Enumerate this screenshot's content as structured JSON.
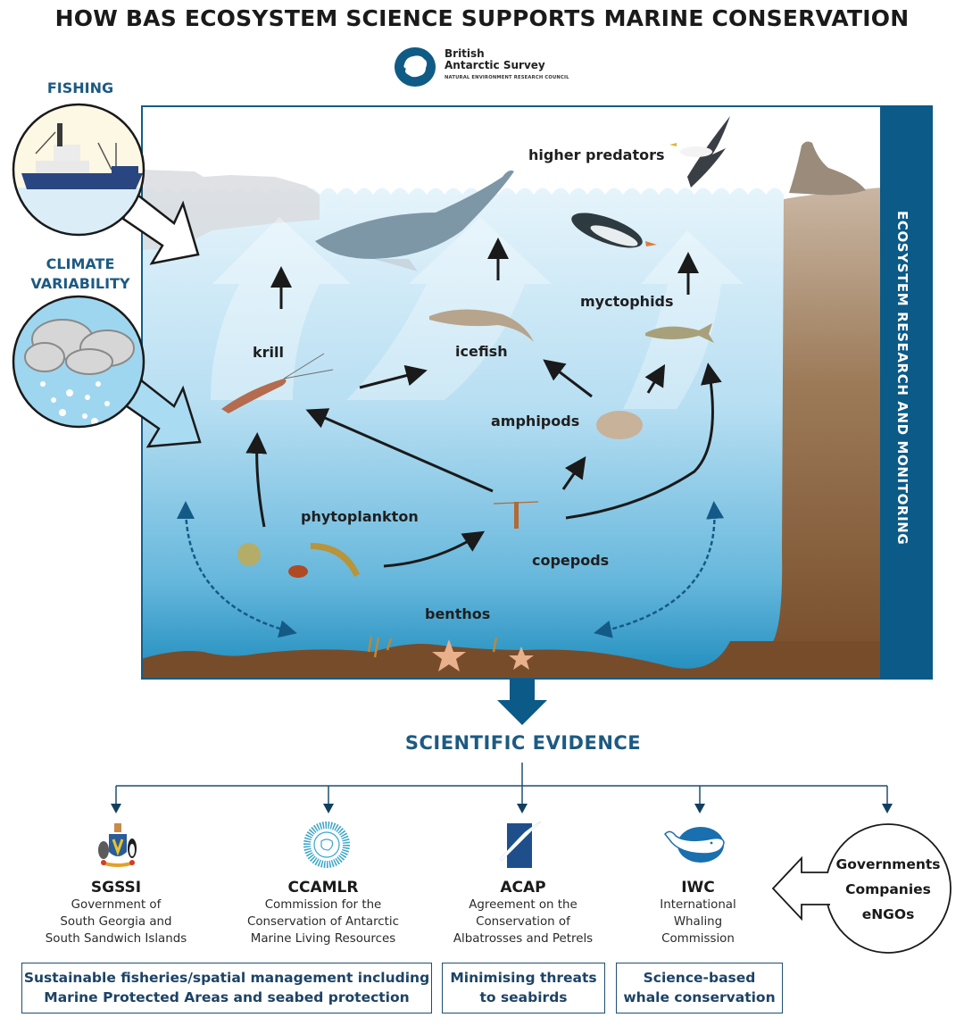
{
  "title": "HOW BAS ECOSYSTEM SCIENCE SUPPORTS MARINE CONSERVATION",
  "logo": {
    "name_line1": "British",
    "name_line2": "Antarctic Survey",
    "council": "NATURAL ENVIRONMENT RESEARCH COUNCIL",
    "icon": "antarctica-globe-icon",
    "color": "#0f5b86"
  },
  "drivers": [
    {
      "label": "FISHING",
      "icon": "fishing-vessel-icon"
    },
    {
      "label_line1": "CLIMATE",
      "label_line2": "VARIABILITY",
      "icon": "snow-cloud-icon"
    }
  ],
  "side_panel": {
    "label": "ECOSYSTEM RESEARCH AND MONITORING",
    "color": "#0b5a87"
  },
  "food_web": {
    "nodes": [
      {
        "id": "higher_predators",
        "label": "higher predators"
      },
      {
        "id": "krill",
        "label": "krill"
      },
      {
        "id": "icefish",
        "label": "icefish"
      },
      {
        "id": "myctophids",
        "label": "myctophids"
      },
      {
        "id": "amphipods",
        "label": "amphipods"
      },
      {
        "id": "phytoplankton",
        "label": "phytoplankton"
      },
      {
        "id": "copepods",
        "label": "copepods"
      },
      {
        "id": "benthos",
        "label": "benthos"
      }
    ],
    "links": [
      {
        "from": "krill",
        "to": "higher_predators"
      },
      {
        "from": "icefish",
        "to": "higher_predators"
      },
      {
        "from": "myctophids",
        "to": "higher_predators"
      },
      {
        "from": "krill",
        "to": "icefish"
      },
      {
        "from": "amphipods",
        "to": "icefish"
      },
      {
        "from": "amphipods",
        "to": "myctophids"
      },
      {
        "from": "copepods",
        "to": "myctophids"
      },
      {
        "from": "copepods",
        "to": "amphipods"
      },
      {
        "from": "copepods",
        "to": "krill"
      },
      {
        "from": "phytoplankton",
        "to": "krill"
      },
      {
        "from": "phytoplankton",
        "to": "copepods"
      },
      {
        "from": "benthos",
        "to": "pelagic",
        "style": "dashed-bidirectional"
      }
    ],
    "colors": {
      "water_top": "#e4f3fb",
      "water_bottom": "#2a95c4",
      "seabed": "#774c2a",
      "cliff": "#a58363",
      "arrow": "#1a1a1a",
      "dashed_arrow": "#145a87"
    }
  },
  "evidence": {
    "label": "SCIENTIFIC EVIDENCE",
    "color": "#1d5a82"
  },
  "organisations": [
    {
      "acronym": "SGSSI",
      "desc": [
        "Government of",
        "South Georgia and",
        "South Sandwich Islands"
      ],
      "icon": "coat-of-arms-icon"
    },
    {
      "acronym": "CCAMLR",
      "desc": [
        "Commission for the",
        "Conservation of Antarctic",
        "Marine Living Resources"
      ],
      "icon": "ccamlr-circle-icon"
    },
    {
      "acronym": "ACAP",
      "desc": [
        "Agreement on the",
        "Conservation of",
        "Albatrosses and Petrels"
      ],
      "icon": "albatross-flag-icon"
    },
    {
      "acronym": "IWC",
      "desc": [
        "International",
        "Whaling",
        "Commission"
      ],
      "icon": "whale-icon"
    }
  ],
  "stakeholders": [
    "Governments",
    "Companies",
    "eNGOs"
  ],
  "outcomes": [
    {
      "line1": "Sustainable fisheries/spatial management including",
      "line2": "Marine Protected Areas and seabed protection"
    },
    {
      "line1": "Minimising threats",
      "line2": "to seabirds"
    },
    {
      "line1": "Science-based",
      "line2": "whale conservation"
    }
  ]
}
